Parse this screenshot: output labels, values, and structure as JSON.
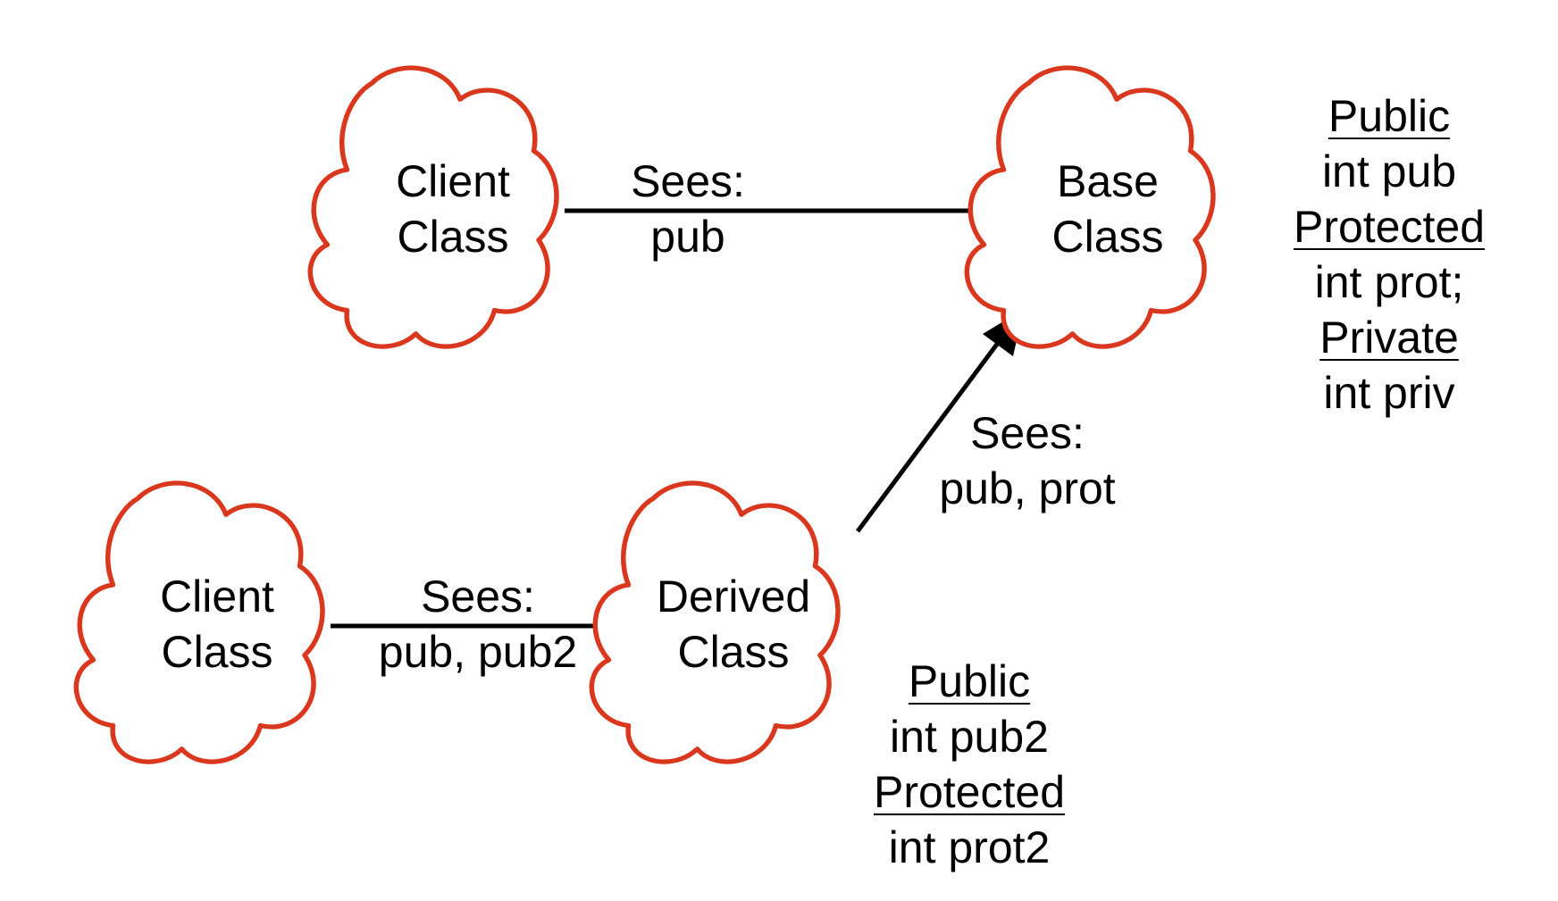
{
  "nodes": {
    "client_top": {
      "line1": "Client",
      "line2": "Class"
    },
    "base": {
      "line1": "Base",
      "line2": "Class"
    },
    "client_bottom": {
      "line1": "Client",
      "line2": "Class"
    },
    "derived": {
      "line1": "Derived",
      "line2": "Class"
    }
  },
  "edges": {
    "client_base": {
      "line1": "Sees:",
      "line2": "pub"
    },
    "derived_base": {
      "line1": "Sees:",
      "line2": "pub, prot"
    },
    "client_derived": {
      "line1": "Sees:",
      "line2": "pub, pub2"
    }
  },
  "base_members": {
    "public_heading": "Public",
    "public_member": "int pub",
    "protected_heading": "Protected",
    "protected_member": "int prot;",
    "private_heading": "Private",
    "private_member": "int priv"
  },
  "derived_members": {
    "public_heading": "Public",
    "public_member": "int pub2",
    "protected_heading": "Protected",
    "protected_member": "int prot2"
  },
  "colors": {
    "cloud_outline": "#d9381e",
    "line": "#000000"
  }
}
